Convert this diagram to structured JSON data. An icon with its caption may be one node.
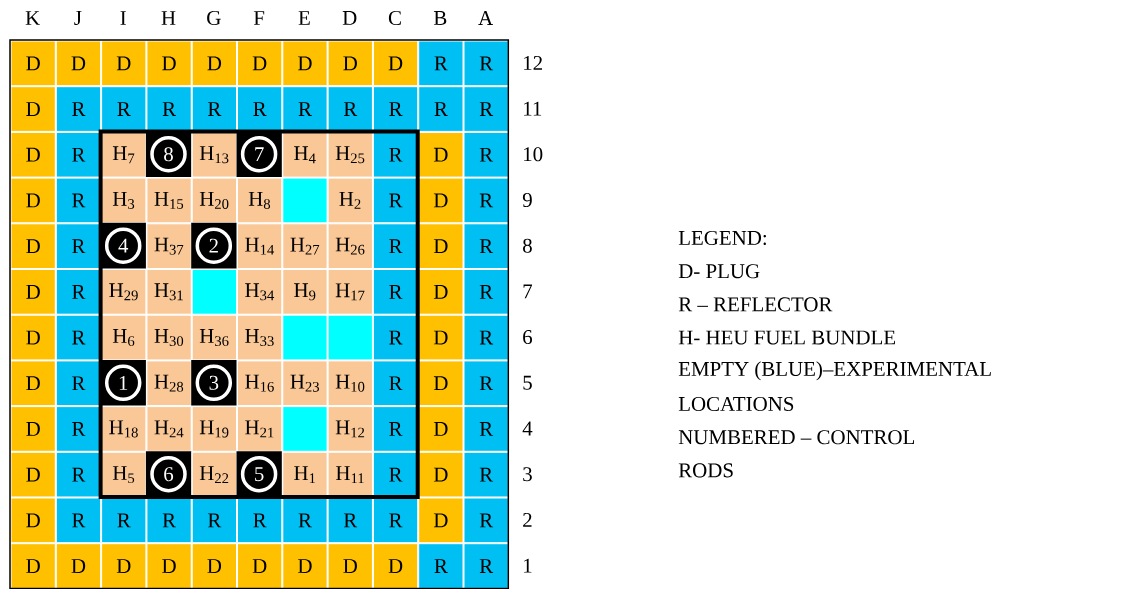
{
  "diagram": {
    "nodes": [
      {
        "text": [
          "D"
        ]
      },
      {
        "text": [
          "D"
        ]
      },
      {
        "text": [
          "D"
        ]
      },
      {
        "text": [
          "D"
        ]
      },
      {
        "text": [
          "D"
        ]
      },
      {
        "text": [
          "D"
        ]
      },
      {
        "text": [
          "D"
        ]
      },
      {
        "text": [
          "D"
        ]
      },
      {
        "text": [
          "D"
        ]
      },
      {
        "text": [
          "R"
        ]
      },
      {
        "text": [
          "R"
        ]
      },
      {
        "text": [
          "D"
        ]
      },
      {
        "text": [
          "R"
        ]
      },
      {
        "text": [
          "R"
        ]
      },
      {
        "text": [
          "R"
        ]
      },
      {
        "text": [
          "R"
        ]
      },
      {
        "text": [
          "R"
        ]
      },
      {
        "text": [
          "R"
        ]
      },
      {
        "text": [
          "R"
        ]
      },
      {
        "text": [
          "R"
        ]
      },
      {
        "text": [
          "R"
        ]
      },
      {
        "text": [
          "R"
        ]
      },
      {
        "text": [
          "D"
        ]
      },
      {
        "text": [
          "R"
        ]
      },
      {
        "text": [
          "H$_{7}$"
        ]
      },
      {
        "text": [
          "8"
        ]
      },
      {
        "text": [
          "H$_{13}$"
        ]
      },
      {
        "text": [
          "7"
        ]
      },
      {
        "text": [
          "H$_{4}$"
        ]
      },
      {
        "text": [
          "H$_{25}$"
        ]
      },
      {
        "text": [
          "R"
        ]
      },
      {
        "text": [
          "D"
        ]
      },
      {
        "text": [
          "R"
        ]
      },
      {
        "text": [
          "D"
        ]
      },
      {
        "text": [
          "R"
        ]
      },
      {
        "text": [
          "H$_{3}$"
        ]
      },
      {
        "text": [
          "H$_{15}$"
        ]
      },
      {
        "text": [
          "H$_{20}$"
        ]
      },
      {
        "text": [
          "H$_{8}$"
        ]
      },
      {
        "text": [],
        "shape": "box"
      },
      {
        "text": [
          "H$_{2}$"
        ]
      },
      {
        "text": [
          "R"
        ]
      },
      {
        "text": [
          "D"
        ]
      },
      {
        "text": [
          "R"
        ]
      },
      {
        "text": [
          "D"
        ]
      },
      {
        "text": [
          "R"
        ]
      },
      {
        "text": [
          "4"
        ]
      },
      {
        "text": [
          "H$_{37}$"
        ]
      },
      {
        "text": [
          "2"
        ]
      },
      {
        "text": [
          "H$_{14}$"
        ]
      },
      {
        "text": [
          "H$_{27}$"
        ]
      },
      {
        "text": [
          "H$_{26}$"
        ]
      },
      {
        "text": [
          "R"
        ]
      },
      {
        "text": [
          "D"
        ]
      },
      {
        "text": [
          "R"
        ]
      },
      {
        "text": [
          "D"
        ]
      },
      {
        "text": [
          "R"
        ]
      },
      {
        "text": [
          "H$_{29}$"
        ]
      },
      {
        "text": [
          "H$_{31}$"
        ]
      },
      {
        "text": [],
        "shape": "box"
      },
      {
        "text": [
          "H$_{34}$"
        ]
      },
      {
        "text": [
          "H$_{9}$"
        ]
      },
      {
        "text": [
          "H$_{17}$"
        ]
      },
      {
        "text": [
          "R"
        ]
      },
      {
        "text": [
          "D"
        ]
      },
      {
        "text": [
          "R"
        ]
      },
      {
        "text": [
          "D"
        ]
      },
      {
        "text": [
          "R"
        ]
      },
      {
        "text": [
          "H$_{6}$"
        ]
      },
      {
        "text": [
          "H$_{30}$"
        ]
      },
      {
        "text": [
          "H$_{36}$"
        ]
      },
      {
        "text": [
          "H$_{33}$"
        ]
      },
      {
        "text": [],
        "shape": "box"
      },
      {
        "text": [],
        "shape": "box"
      },
      {
        "text": [
          "R"
        ]
      },
      {
        "text": [
          "D"
        ]
      },
      {
        "text": [
          "R"
        ]
      },
      {
        "text": [
          "D"
        ]
      },
      {
        "text": [
          "R"
        ]
      },
      {
        "text": [
          "1"
        ]
      },
      {
        "text": [
          "H$_{28}$"
        ]
      },
      {
        "text": [
          "3"
        ]
      },
      {
        "text": [
          "H$_{16}$"
        ]
      },
      {
        "text": [
          "H$_{23}$"
        ]
      },
      {
        "text": [
          "H$_{10}$"
        ]
      },
      {
        "text": [
          "R"
        ]
      },
      {
        "text": [
          "D"
        ]
      },
      {
        "text": [
          "R"
        ]
      },
      {
        "text": [
          "D"
        ]
      },
      {
        "text": [
          "R"
        ]
      },
      {
        "text": [
          "H$_{18}$"
        ]
      },
      {
        "text": [
          "H$_{24}$"
        ]
      },
      {
        "text": [
          "H$_{19}$"
        ]
      },
      {
        "text": [
          "H$_{21}$"
        ]
      },
      {
        "text": [],
        "shape": "box"
      },
      {
        "text": [
          "H$_{12}$"
        ]
      },
      {
        "text": [
          "R"
        ]
      },
      {
        "text": [
          "D"
        ]
      },
      {
        "text": [
          "R"
        ]
      },
      {
        "text": [
          "D"
        ]
      },
      {
        "text": [
          "R"
        ]
      },
      {
        "text": [
          "H$_{5}$"
        ]
      },
      {
        "text": [
          "6"
        ]
      },
      {
        "text": [
          "H$_{22}$"
        ]
      },
      {
        "text": [
          "5"
        ]
      },
      {
        "text": [
          "H$_{1}$"
        ]
      },
      {
        "text": [
          "H$_{11}$"
        ]
      },
      {
        "text": [
          "R"
        ]
      },
      {
        "text": [
          "D"
        ]
      },
      {
        "text": [
          "R"
        ]
      },
      {
        "text": [
          "D"
        ]
      },
      {
        "text": [
          "R"
        ]
      },
      {
        "text": [
          "R"
        ]
      },
      {
        "text": [
          "R"
        ]
      },
      {
        "text": [
          "R"
        ]
      },
      {
        "text": [
          "R"
        ]
      },
      {
        "text": [
          "R"
        ]
      },
      {
        "text": [
          "R"
        ]
      },
      {
        "text": [
          "R"
        ]
      },
      {
        "text": [
          "D"
        ]
      },
      {
        "text": [
          "R"
        ]
      },
      {
        "text": [
          "D"
        ]
      },
      {
        "text": [
          "D"
        ]
      },
      {
        "text": [
          "D"
        ]
      },
      {
        "text": [
          "D"
        ]
      },
      {
        "text": [
          "D"
        ]
      },
      {
        "text": [
          "D"
        ]
      },
      {
        "text": [
          "D"
        ]
      },
      {
        "text": [
          "D"
        ]
      },
      {
        "text": [
          "D"
        ]
      },
      {
        "text": [
          "R"
        ]
      },
      {
        "text": [
          "R"
        ]
      }
    ],
    "labels": [
      "K",
      "J",
      "I",
      "H",
      "G",
      "F",
      "E",
      "D",
      "C",
      "B",
      "A",
      "12",
      "11",
      "10",
      "9",
      "8",
      "7",
      "6",
      "5",
      "4",
      "3",
      "2",
      "1",
      "LEGEND:",
      "D- PLUG",
      "R – REFLECTOR",
      "H- HEU FUEL BUNDLE",
      "EMPTY (BLUE)–EXPERIMENTAL",
      "LOCATIONS",
      "NUMBERED – CONTROL",
      "RODS"
    ]
  }
}
